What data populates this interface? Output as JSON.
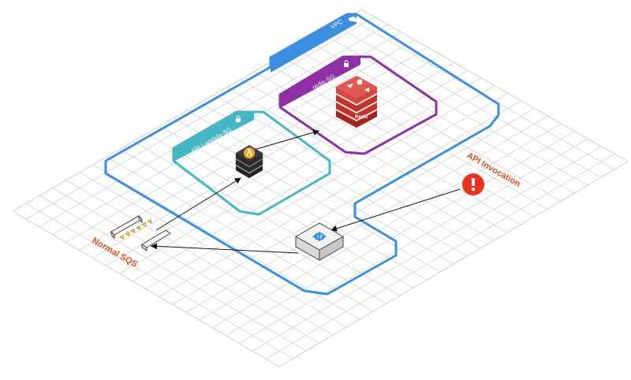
{
  "diagram": {
    "groups": {
      "vpc": {
        "label": "VPC",
        "color": "#3b8fe0"
      },
      "lambda_sg": {
        "label": "API Lambda-SG",
        "color": "#45b7c4"
      },
      "redis_sg": {
        "label": "redis-SG",
        "color": "#8e2fa6"
      }
    },
    "nodes": {
      "api_invocation": {
        "label": "API Invocation",
        "icon": "alert-icon",
        "color": "#e8321e"
      },
      "normal_sqs": {
        "label": "Normal SQS",
        "icon": "sqs-queue-icon",
        "color": "#d9531e"
      },
      "lambda": {
        "icon": "lambda-icon"
      },
      "redis": {
        "label": "Redis",
        "icon": "redis-icon",
        "color": "#c6302b"
      },
      "api_gateway": {
        "icon": "api-gateway-icon",
        "color": "#3b8fe0"
      }
    },
    "connections": [
      {
        "from": "api_invocation",
        "to": "api_gateway"
      },
      {
        "from": "api_gateway",
        "to": "normal_sqs"
      },
      {
        "from": "normal_sqs",
        "to": "lambda"
      },
      {
        "from": "lambda",
        "to": "redis"
      }
    ]
  }
}
